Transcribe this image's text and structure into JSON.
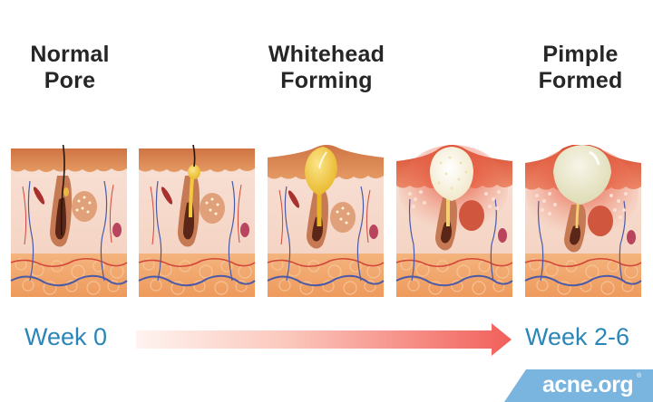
{
  "stages": [
    {
      "line1": "Normal",
      "line2": "Pore"
    },
    {
      "line1": "Whitehead",
      "line2": "Forming"
    },
    {
      "line1": "Pimple",
      "line2": "Formed"
    }
  ],
  "panels": [
    {
      "id": "normal-pore",
      "description": "Normal pore with hair follicle and sebaceous gland"
    },
    {
      "id": "sebum-buildup",
      "description": "Small yellow sebum plug at pore opening"
    },
    {
      "id": "whitehead-forming",
      "description": "Yellow sebum-filled bulge under raised skin"
    },
    {
      "id": "inflamed",
      "description": "White pus-filled pore with red inflamed tissue"
    },
    {
      "id": "pimple-formed",
      "description": "Large pale pus-filled pimple with red inflammation"
    }
  ],
  "timeline": {
    "start_label": "Week 0",
    "end_label": "Week 2-6"
  },
  "logo": {
    "text": "acne.org",
    "registered": "®"
  },
  "colors": {
    "title_text": "#262626",
    "week_text": "#2a86b8",
    "arrow_start": "#fde6e2",
    "arrow_end": "#f25f5a",
    "logo_bg": "#79b5de",
    "skin_top": "#d9844f",
    "dermis": "#f6ddd0",
    "fat": "#f2a468",
    "sebum": "#f2c940",
    "pus": "#f4f0dc",
    "inflammation": "#e0462f"
  }
}
